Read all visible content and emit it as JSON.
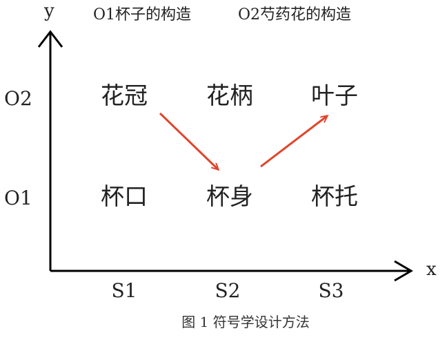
{
  "diagram": {
    "header": {
      "o1_desc": "O1杯子的构造",
      "o2_desc": "O2芍药花的构造"
    },
    "axes": {
      "y_label": "y",
      "x_label": "x",
      "y_ticks": [
        "O2",
        "O1"
      ],
      "x_ticks": [
        "S1",
        "S2",
        "S3"
      ]
    },
    "grid": {
      "row_o2": [
        "花冠",
        "花柄",
        "叶子"
      ],
      "row_o1": [
        "杯口",
        "杯身",
        "杯托"
      ]
    },
    "caption": "图 1 符号学设计方法",
    "colors": {
      "axis": "#000000",
      "text": "#222222",
      "arrow": "#e0452b"
    }
  }
}
